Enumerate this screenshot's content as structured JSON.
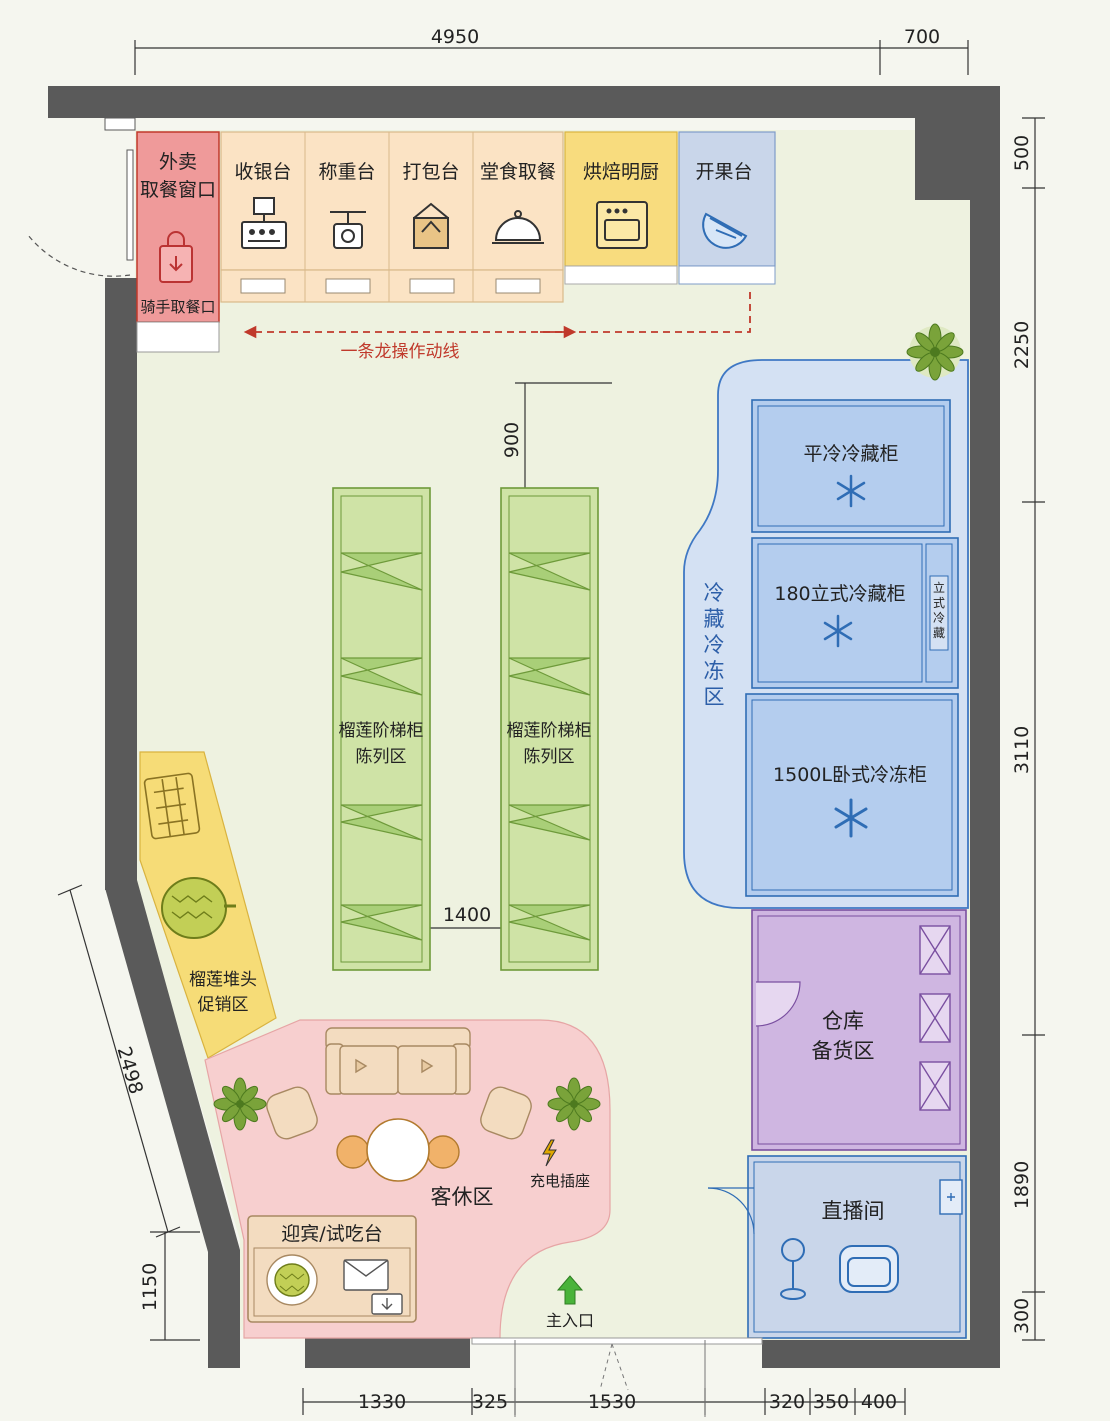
{
  "dimensions": {
    "top_a": "4950",
    "top_b": "700",
    "right_a": "500",
    "right_b": "2250",
    "right_c": "3110",
    "right_d": "1890",
    "right_e": "300",
    "bottom_a": "1330",
    "bottom_b": "325",
    "bottom_c": "1530",
    "bottom_d": "320",
    "bottom_e": "350",
    "bottom_f": "400",
    "left_a": "2498",
    "left_b": "1150",
    "aisle_width": "900",
    "shelf_gap": "1400"
  },
  "counter": {
    "takeout_line1": "外卖",
    "takeout_line2": "取餐窗口",
    "rider_pickup": "骑手取餐口",
    "cashier": "收银台",
    "scale": "称重台",
    "packing": "打包台",
    "dine_pickup": "堂食取餐",
    "bakery": "烘焙明厨",
    "fruit": "开果台"
  },
  "workflow_line": "一条龙操作动线",
  "shelves": {
    "label1": "榴莲阶梯柜",
    "label2": "陈列区"
  },
  "cold_zone": {
    "zone_label": [
      "冷",
      "藏",
      "冷",
      "冻",
      "区"
    ],
    "flat_fridge": "平冷冷藏柜",
    "upright_fridge": "180立式冷藏柜",
    "small_upright": [
      "立",
      "式",
      "冷",
      "藏"
    ],
    "chest_freezer": "1500L卧式冷冻柜"
  },
  "promo": {
    "line1": "榴莲堆头",
    "line2": "促销区"
  },
  "warehouse": {
    "line1": "仓库",
    "line2": "备货区"
  },
  "live_room": "直播间",
  "lounge": {
    "label": "客休区",
    "charging": "充电插座"
  },
  "reception": "迎宾/试吃台",
  "entrance": "主入口",
  "colors": {
    "wall": "#5a5a5a",
    "floor": "#eef2e0",
    "takeout": "#ef9a9a",
    "counter": "#fbe3c4",
    "bakery": "#f8dc7e",
    "fruit": "#c9d6ea",
    "cold": "#b4cdee",
    "shelf": "#cfe3a6",
    "warehouse": "#cfb6e1",
    "lounge": "#f7cfcf",
    "promo": "#f6dc77",
    "accent_red": "#c0392b"
  }
}
